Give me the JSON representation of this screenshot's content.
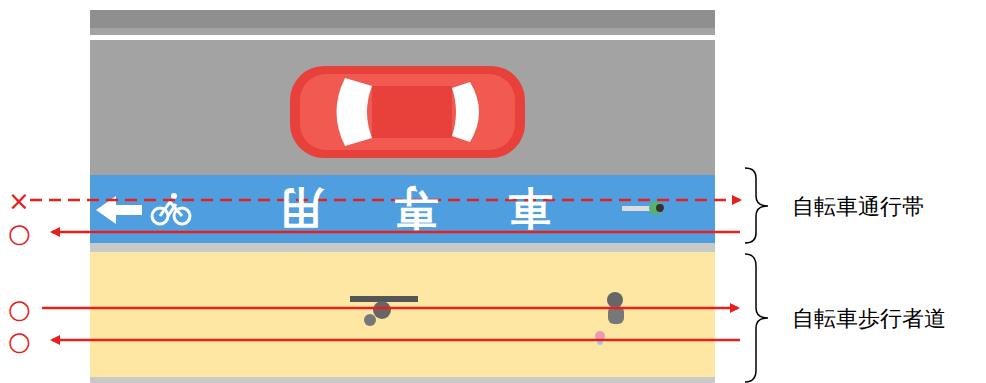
{
  "diagram": {
    "labels": [
      "×",
      "○",
      "○",
      "○",
      "車専用",
      "自転車通行帯",
      "自転車歩行者道"
    ]
  }
}
